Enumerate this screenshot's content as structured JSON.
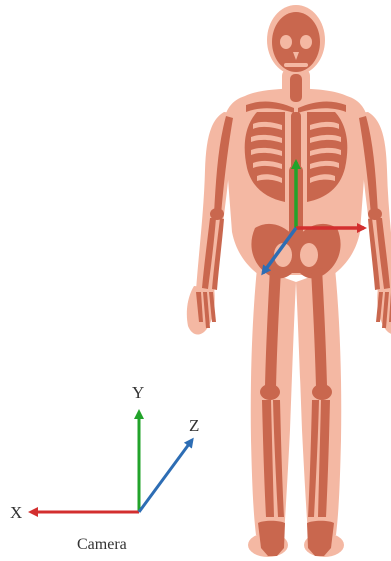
{
  "figure": {
    "camera_axes": {
      "x_label": "X",
      "y_label": "Y",
      "z_label": "Z",
      "caption": "Camera"
    },
    "body_axes": {
      "labels_visible": false
    },
    "illustration": "human-skeleton-front-view"
  },
  "colors": {
    "x_axis": "#d32f2f",
    "y_axis": "#22a32a",
    "z_axis": "#2d6db4",
    "body_fill": "#f4b8a3",
    "bone_fill": "#c9674e",
    "bone_dark": "#b55740",
    "text": "#333333"
  }
}
